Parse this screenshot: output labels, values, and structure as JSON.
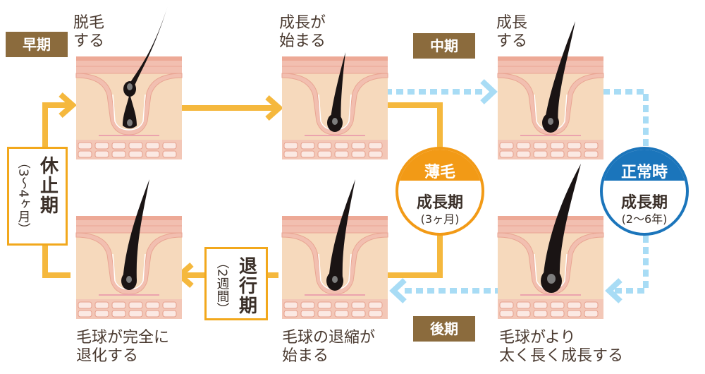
{
  "tags": {
    "early": "早期",
    "middle": "中期",
    "late": "後期"
  },
  "labels": {
    "shed_1": "脱毛",
    "shed_2": "する",
    "growth_start_1": "成長が",
    "growth_start_2": "始まる",
    "growing_1": "成長",
    "growing_2": "する",
    "bulb_grows_1": "毛球がより",
    "bulb_grows_2": "太く長く成長する",
    "bulb_shrink_1": "毛球の退縮が",
    "bulb_shrink_2": "始まる",
    "bulb_regress_1": "毛球が完全に",
    "bulb_regress_2": "退化する"
  },
  "telogen": {
    "name": "休止期",
    "duration": "（3～4ヶ月）"
  },
  "catagen": {
    "name": "退行期",
    "duration": "（2週間）"
  },
  "thin_circle": {
    "header": "薄毛",
    "name": "成長期",
    "duration": "(3ヶ月)"
  },
  "normal_circle": {
    "header": "正常時",
    "name": "成長期",
    "duration": "(2〜6年)"
  },
  "colors": {
    "thin_path": "#f5b83d",
    "normal_path": "#a8dcf5",
    "thin_accent": "#f29a16",
    "normal_accent": "#1b75bb",
    "tag_bg": "#8b6b3d",
    "skin_top": "#f0b8a8",
    "skin_body": "#f6d9bc",
    "hair": "#1a1414"
  }
}
